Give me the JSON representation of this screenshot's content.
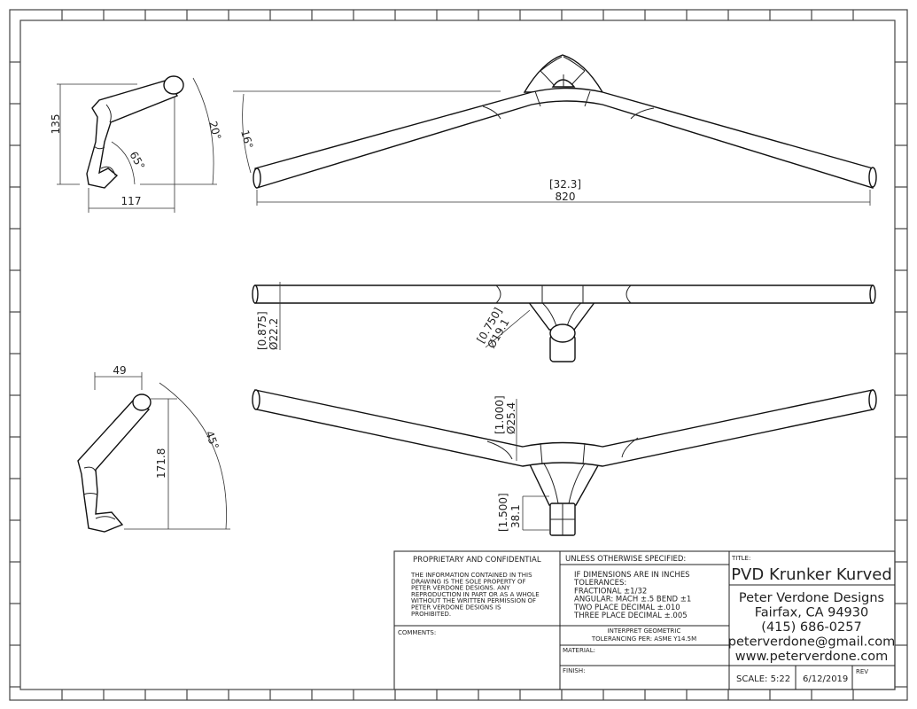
{
  "views": {
    "side_top": {
      "height": "135",
      "width": "117",
      "angle_a": "20°",
      "angle_b": "65°"
    },
    "front_top": {
      "angle": "16°",
      "width_in": "[32.3]",
      "width_mm": "820"
    },
    "plan": {
      "bar_in": "[0.875]",
      "bar_mm": "Ø22.2",
      "clamp_in": "[0.750]",
      "clamp_mm": "Ø19.1"
    },
    "side_bottom": {
      "offset": "49",
      "height": "171.8",
      "angle": "45°"
    },
    "front_bottom": {
      "clamp_in": "[1.000]",
      "clamp_mm": "Ø25.4",
      "rise_in": "[1.500]",
      "rise_mm": "38.1"
    }
  },
  "title_block": {
    "proprietary_heading": "PROPRIETARY AND CONFIDENTIAL",
    "proprietary_lines": [
      "THE INFORMATION CONTAINED IN THIS",
      "DRAWING IS THE SOLE PROPERTY OF",
      "PETER VERDONE DESIGNS.  ANY",
      "REPRODUCTION IN PART OR AS A WHOLE",
      "WITHOUT THE WRITTEN PERMISSION OF",
      "PETER VERDONE DESIGNS IS",
      "PROHIBITED."
    ],
    "comments_label": "COMMENTS:",
    "unless_heading": "UNLESS OTHERWISE SPECIFIED:",
    "tolerance_lines": [
      "IF DIMENSIONS ARE IN INCHES",
      "TOLERANCES:",
      "FRACTIONAL    ±1/32",
      "ANGULAR: MACH    ±.5   BEND    ±1",
      "TWO PLACE DECIMAL          ±.010",
      "THREE PLACE DECIMAL          ±.005"
    ],
    "interpret_lines": [
      "INTERPRET GEOMETRIC",
      "TOLERANCING PER: ASME Y14.5M"
    ],
    "material_label": "MATERIAL:",
    "finish_label": "FINISH:",
    "title_label": "TITLE:",
    "title": "PVD Krunker Kurved",
    "company_lines": [
      "Peter Verdone Designs",
      "Fairfax, CA 94930",
      "(415) 686-0257",
      "peterverdone@gmail.com",
      "www.peterverdone.com"
    ],
    "scale": "SCALE: 5:22",
    "date": "6/12/2019",
    "rev_label": "REV"
  }
}
